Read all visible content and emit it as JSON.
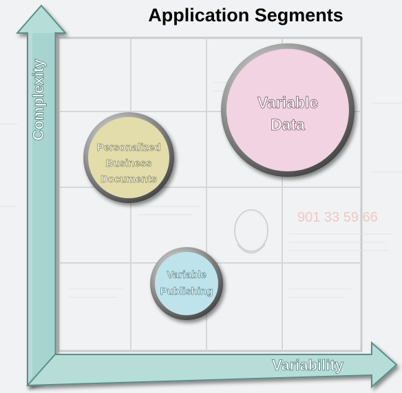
{
  "title": "Application Segments",
  "axes": {
    "y_label": "Complexity",
    "x_label": "Variability"
  },
  "segments": {
    "personalized": {
      "lines": [
        "Personalized",
        "Business",
        "Documents"
      ],
      "fill": "#e2ddaa"
    },
    "variable_data": {
      "lines": [
        "Variable",
        "Data"
      ],
      "fill": "#f2d3e1"
    },
    "variable_publishing": {
      "lines": [
        "Variable",
        "Publishing"
      ],
      "fill": "#bfe3ea"
    }
  },
  "background": {
    "watermark_number": "901 33 59 66"
  },
  "colors": {
    "arrow_fill": "#b6ddd8",
    "arrow_shadow": "#5a8e8a",
    "label_text": "#ffffff",
    "title_text": "#000000"
  }
}
